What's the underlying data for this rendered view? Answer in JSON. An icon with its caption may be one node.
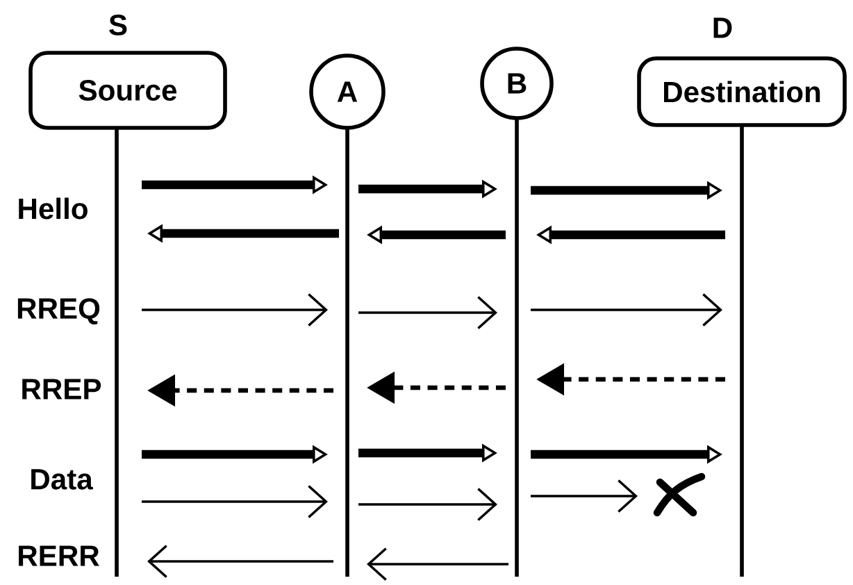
{
  "diagram": {
    "nodes": [
      {
        "text": [
          "Source"
        ],
        "beside": [
          "S"
        ]
      },
      {
        "text": [
          "A"
        ]
      },
      {
        "text": [
          "B"
        ]
      },
      {
        "text": [
          "Destination"
        ],
        "beside": [
          "D"
        ]
      }
    ],
    "edges": [
      {
        "from": 0,
        "to": 1,
        "arrow": "to",
        "style": "thick"
      },
      {
        "from": 1,
        "to": 2,
        "arrow": "to",
        "style": "thick"
      },
      {
        "from": 2,
        "to": 3,
        "arrow": "to",
        "style": "thick"
      },
      {
        "from": 1,
        "to": 0,
        "arrow": "to",
        "style": "thick"
      },
      {
        "from": 2,
        "to": 1,
        "arrow": "to",
        "style": "thick"
      },
      {
        "from": 3,
        "to": 2,
        "arrow": "to",
        "style": "thick"
      },
      {
        "from": 0,
        "to": 1,
        "arrow": "to"
      },
      {
        "from": 1,
        "to": 2,
        "arrow": "to"
      },
      {
        "from": 2,
        "to": 3,
        "arrow": "to"
      },
      {
        "from": 1,
        "to": 0,
        "arrow": "to",
        "style": "dashed"
      },
      {
        "from": 2,
        "to": 1,
        "arrow": "to",
        "style": "dashed"
      },
      {
        "from": 3,
        "to": 2,
        "arrow": "to",
        "style": "dashed"
      },
      {
        "from": 0,
        "to": 1,
        "arrow": "to",
        "style": "thick"
      },
      {
        "from": 1,
        "to": 2,
        "arrow": "to",
        "style": "thick"
      },
      {
        "from": 2,
        "to": 3,
        "arrow": "to",
        "style": "thick"
      },
      {
        "from": 0,
        "to": 1,
        "arrow": "to"
      },
      {
        "from": 1,
        "to": 2,
        "arrow": "to"
      },
      {
        "from": 2,
        "to": 3,
        "arrow": "to"
      },
      {
        "from": 1,
        "to": 0,
        "arrow": "to"
      },
      {
        "from": 2,
        "to": 1,
        "arrow": "to"
      }
    ],
    "labels": [
      "Hello",
      "RREQ",
      "RREP",
      "Data",
      "RERR"
    ]
  }
}
